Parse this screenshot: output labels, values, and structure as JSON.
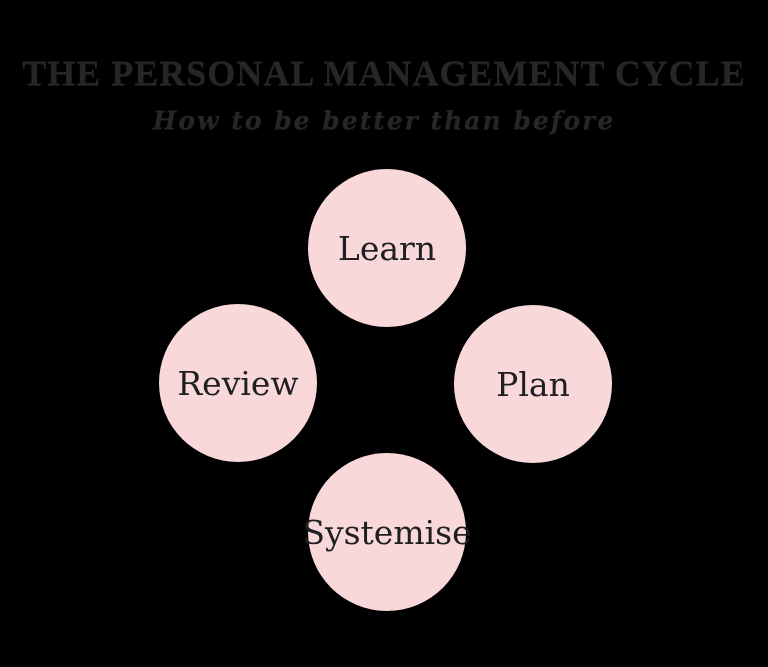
{
  "header": {
    "title": "THE PERSONAL MANAGEMENT CYCLE",
    "subtitle": "How to be better than before"
  },
  "cycle": {
    "nodes": [
      {
        "id": "learn",
        "label": "Learn",
        "position": "top"
      },
      {
        "id": "plan",
        "label": "Plan",
        "position": "right"
      },
      {
        "id": "systemise",
        "label": "Systemise",
        "position": "bottom"
      },
      {
        "id": "review",
        "label": "Review",
        "position": "left"
      }
    ]
  },
  "colors": {
    "background": "#000000",
    "circle_fill": "#f9d8da",
    "circle_text": "#1f1f23",
    "heading_text": "#26262a"
  }
}
